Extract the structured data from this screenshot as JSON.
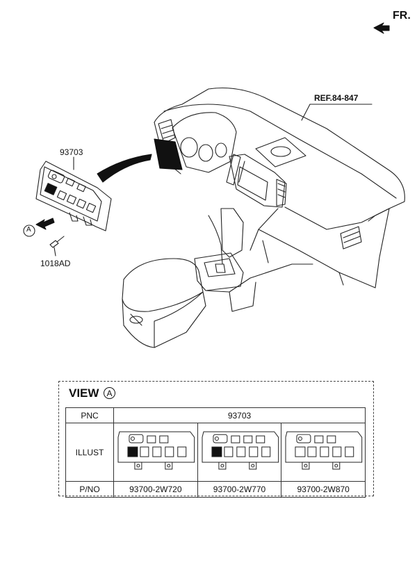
{
  "header": {
    "front_label": "FR."
  },
  "callouts": {
    "reference": "REF.84-847",
    "switch_part": "93703",
    "screw_part": "1018AD",
    "view_marker": "A"
  },
  "view": {
    "title": "VIEW",
    "marker": "A",
    "table": {
      "row_labels": {
        "pnc": "PNC",
        "illust": "ILLUST",
        "pno": "P/NO"
      },
      "pnc_value": "93703",
      "part_numbers": [
        "93700-2W720",
        "93700-2W770",
        "93700-2W870"
      ]
    }
  }
}
